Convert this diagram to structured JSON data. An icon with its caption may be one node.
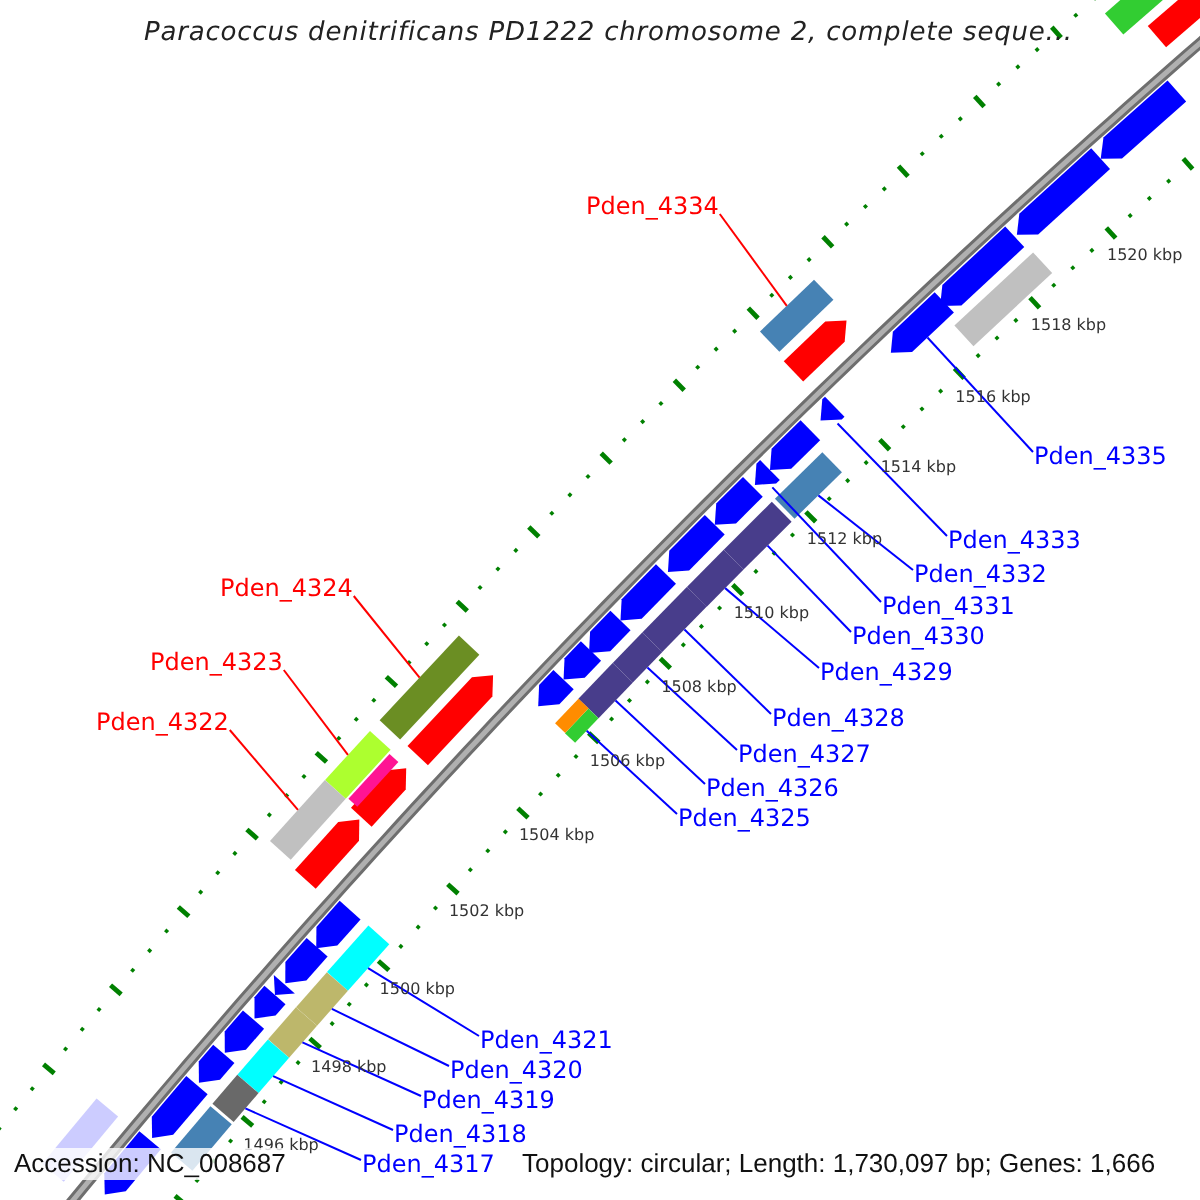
{
  "diagram": {
    "title": "Paracoccus denitrificans PD1222 chromosome 2, complete seque...",
    "nodes": [
      {
        "text": [
          "Pden_4334"
        ]
      },
      {
        "text": [
          "Pden_4335"
        ]
      },
      {
        "text": [
          "Pden_4333"
        ]
      },
      {
        "text": [
          "Pden_4332"
        ]
      },
      {
        "text": [
          "Pden_4324"
        ]
      },
      {
        "text": [
          "Pden_4331"
        ]
      },
      {
        "text": [
          "Pden_4330"
        ]
      },
      {
        "text": [
          "Pden_4323"
        ]
      },
      {
        "text": [
          "Pden_4329"
        ]
      },
      {
        "text": [
          "Pden_4328"
        ]
      },
      {
        "text": [
          "Pden_4322"
        ]
      },
      {
        "text": [
          "Pden_4327"
        ]
      },
      {
        "text": [
          "Pden_4326"
        ]
      },
      {
        "text": [
          "Pden_4325"
        ]
      },
      {
        "text": [
          "Pden_4321"
        ]
      },
      {
        "text": [
          "Pden_4320"
        ]
      },
      {
        "text": [
          "Pden_4319"
        ]
      },
      {
        "text": [
          "Pden_4318"
        ]
      },
      {
        "text": [
          "Pden_4317"
        ]
      },
      {
        "text": [],
        "shape": "box"
      },
      {
        "text": [],
        "shape": "arrow"
      },
      {
        "text": [],
        "shape": "arrow"
      },
      {
        "text": [],
        "shape": "box"
      },
      {
        "text": [],
        "shape": "box"
      },
      {
        "text": [],
        "shape": "arrow"
      },
      {
        "text": [],
        "shape": "box"
      },
      {
        "text": [],
        "shape": "box"
      },
      {
        "text": [],
        "shape": "box"
      },
      {
        "text": [],
        "shape": "box"
      },
      {
        "text": [],
        "shape": "box"
      },
      {
        "text": [],
        "shape": "box"
      },
      {
        "text": [],
        "shape": "box"
      },
      {
        "text": [],
        "shape": "box"
      },
      {
        "text": [],
        "shape": "box"
      },
      {
        "text": [],
        "shape": "box"
      },
      {
        "text": [],
        "shape": "box"
      },
      {
        "text": [],
        "shape": "box"
      },
      {
        "text": [],
        "shape": "box"
      },
      {
        "text": [],
        "shape": "arrow"
      },
      {
        "text": [],
        "shape": "arrow"
      },
      {
        "text": [],
        "shape": "arrow"
      },
      {
        "text": [],
        "shape": "arrow"
      },
      {
        "text": [],
        "shape": "arrow"
      },
      {
        "text": [],
        "shape": "box"
      },
      {
        "text": [],
        "shape": "box"
      },
      {
        "text": [],
        "shape": "arrow"
      },
      {
        "text": [],
        "shape": "arrow"
      },
      {
        "text": [],
        "shape": "arrow"
      },
      {
        "text": [],
        "shape": "arrow"
      },
      {
        "text": [],
        "shape": "arrow"
      },
      {
        "text": [],
        "shape": "arrow"
      },
      {
        "text": [],
        "shape": "arrow"
      },
      {
        "text": [],
        "shape": "arrow"
      },
      {
        "text": [],
        "shape": "arrow"
      },
      {
        "text": [],
        "shape": "arrow"
      },
      {
        "text": [],
        "shape": "arrow"
      },
      {
        "text": [],
        "shape": "arrow"
      },
      {
        "text": [],
        "shape": "arrow"
      },
      {
        "text": [],
        "shape": "arrow"
      },
      {
        "text": [],
        "shape": "arrow"
      },
      {
        "text": [],
        "shape": "arrow"
      },
      {
        "text": [],
        "shape": "arrow"
      },
      {
        "text": [],
        "shape": "arrow"
      },
      {
        "text": [],
        "shape": "box"
      },
      {
        "text": [],
        "shape": "box"
      },
      {
        "text": [],
        "shape": "box"
      },
      {
        "text": [],
        "shape": "box"
      }
    ],
    "edges": [
      {
        "from": 0,
        "to": 19,
        "arrow": "none",
        "color": "#ff0000"
      },
      {
        "from": 1,
        "to": 20,
        "arrow": "none"
      },
      {
        "from": 2,
        "to": 21,
        "arrow": "none"
      },
      {
        "from": 3,
        "to": 22,
        "arrow": "none"
      },
      {
        "from": 4,
        "to": 23,
        "arrow": "none",
        "color": "#ff0000"
      },
      {
        "from": 5,
        "to": 24,
        "arrow": "none"
      },
      {
        "from": 6,
        "to": 25,
        "arrow": "none"
      },
      {
        "from": 7,
        "to": 26,
        "arrow": "none",
        "color": "#ff0000"
      },
      {
        "from": 8,
        "to": 27,
        "arrow": "none"
      },
      {
        "from": 9,
        "to": 28,
        "arrow": "none"
      },
      {
        "from": 10,
        "to": 29,
        "arrow": "none",
        "color": "#ff0000"
      },
      {
        "from": 11,
        "to": 30,
        "arrow": "none"
      },
      {
        "from": 12,
        "to": 31,
        "arrow": "none"
      },
      {
        "from": 13,
        "to": 32,
        "arrow": "none"
      },
      {
        "from": 14,
        "to": 33,
        "arrow": "none"
      },
      {
        "from": 15,
        "to": 34,
        "arrow": "none"
      },
      {
        "from": 16,
        "to": 35,
        "arrow": "none"
      },
      {
        "from": 17,
        "to": 36,
        "arrow": "none"
      },
      {
        "from": 18,
        "to": 37,
        "arrow": "none"
      }
    ],
    "labels": [
      "1520 kbp",
      "1518 kbp",
      "1516 kbp",
      "1514 kbp",
      "1512 kbp",
      "1510 kbp",
      "1508 kbp",
      "1506 kbp",
      "1504 kbp",
      "1502 kbp",
      "1500 kbp",
      "1498 kbp",
      "1496 kbp",
      "Accession: NC_008687",
      "Topology: circular; Length: 1,730,097 bp; Genes: 1,666"
    ]
  }
}
